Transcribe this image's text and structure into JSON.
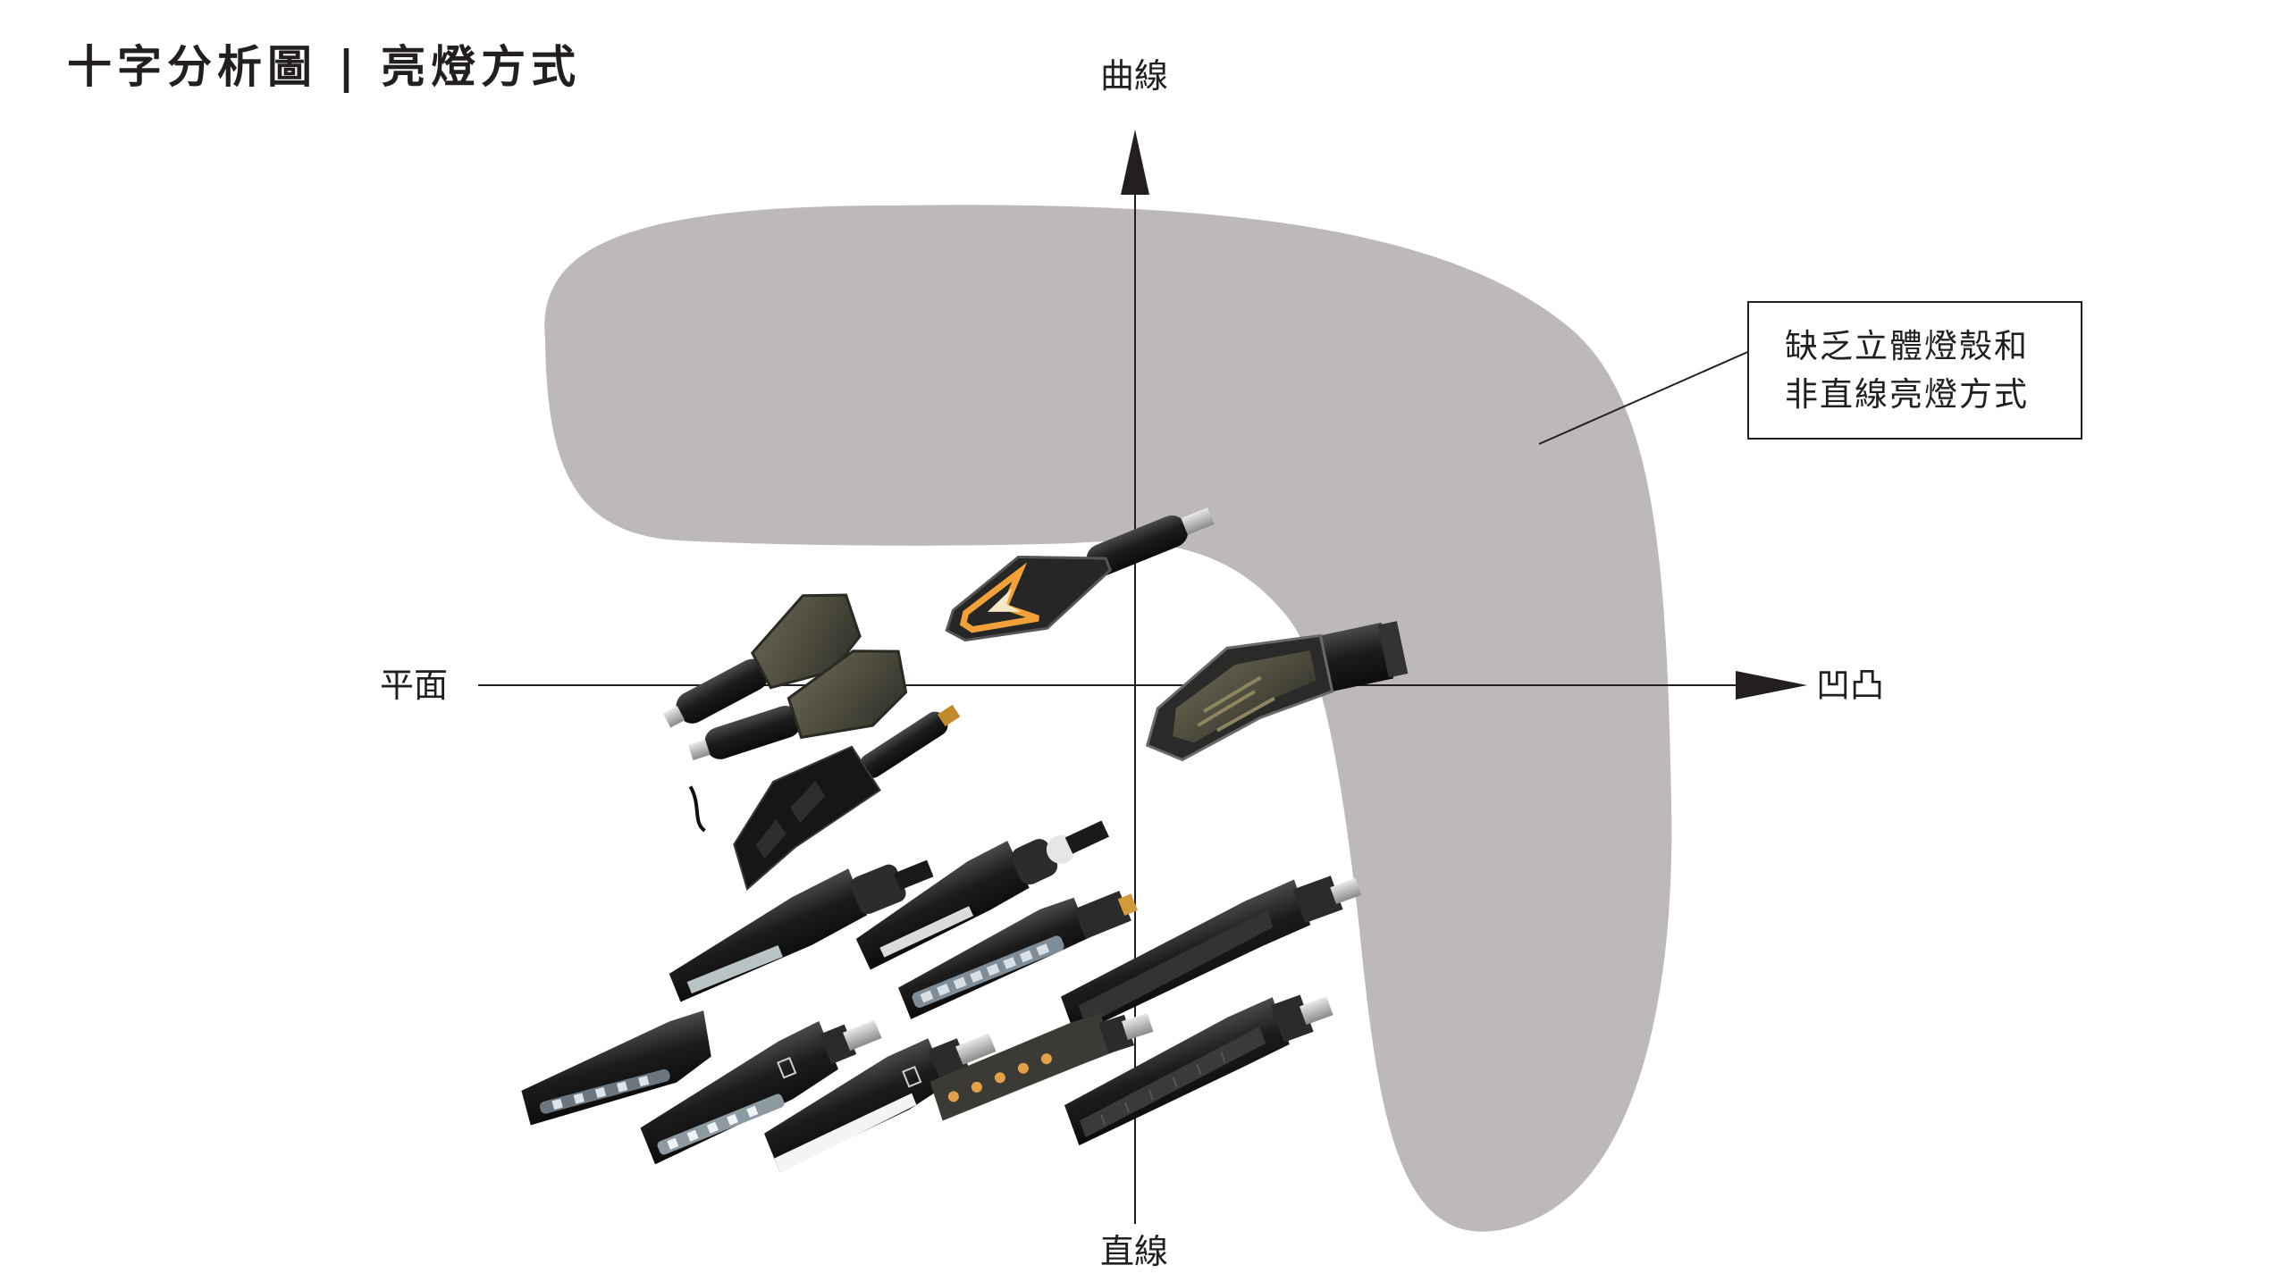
{
  "title": "十字分析圖 | 亮燈方式",
  "axes": {
    "top": "曲線",
    "bottom": "直線",
    "left": "平面",
    "right": "凹凸"
  },
  "callout": {
    "line1": "缺乏立體燈殼和",
    "line2": "非直線亮燈方式"
  },
  "colors": {
    "region_fill": "#bcb9b8",
    "axis": "#231f20",
    "lamp_body": "#1e1e1e",
    "lamp_amber": "#f2a13a",
    "lamp_smoke": "#4b4a40"
  },
  "lamps": [
    {
      "name": "curved-amber-arrow-lamp",
      "lens": "amber"
    },
    {
      "name": "curved-smoke-arrow-lamp",
      "lens": "smoke"
    },
    {
      "name": "flat-smoke-lamp-a",
      "lens": "smoke"
    },
    {
      "name": "flat-smoke-lamp-b",
      "lens": "smoke"
    },
    {
      "name": "flat-black-lamp",
      "lens": "black"
    },
    {
      "name": "straight-led-lamp-1",
      "lens": "clear"
    },
    {
      "name": "straight-led-lamp-2",
      "lens": "clear"
    },
    {
      "name": "straight-led-lamp-3",
      "lens": "clear"
    },
    {
      "name": "straight-led-lamp-4",
      "lens": "smoke"
    },
    {
      "name": "straight-led-lamp-5",
      "lens": "clear"
    },
    {
      "name": "straight-led-lamp-6",
      "lens": "clear"
    },
    {
      "name": "straight-led-lamp-7",
      "lens": "white"
    },
    {
      "name": "straight-led-lamp-8",
      "lens": "amber"
    },
    {
      "name": "straight-led-lamp-9",
      "lens": "smoke"
    }
  ]
}
